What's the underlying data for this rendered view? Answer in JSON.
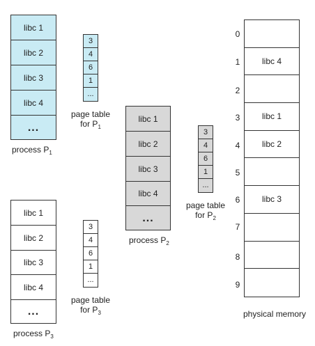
{
  "process1": {
    "cells": [
      "libc 1",
      "libc 2",
      "libc 3",
      "libc 4",
      "..."
    ],
    "label": "process P",
    "label_sub": "1"
  },
  "process2": {
    "cells": [
      "libc 1",
      "libc 2",
      "libc 3",
      "libc 4",
      "..."
    ],
    "label": "process P",
    "label_sub": "2"
  },
  "process3": {
    "cells": [
      "libc 1",
      "libc 2",
      "libc 3",
      "libc 4",
      "..."
    ],
    "label": "process P",
    "label_sub": "3"
  },
  "page_table1": {
    "entries": [
      "3",
      "4",
      "6",
      "1",
      "..."
    ],
    "label_line1": "page table",
    "label_line2": "for P",
    "label_sub": "1"
  },
  "page_table2": {
    "entries": [
      "3",
      "4",
      "6",
      "1",
      "..."
    ],
    "label_line1": "page table",
    "label_line2": "for P",
    "label_sub": "2"
  },
  "page_table3": {
    "entries": [
      "3",
      "4",
      "6",
      "1",
      "..."
    ],
    "label_line1": "page table",
    "label_line2": "for P",
    "label_sub": "3"
  },
  "physical_memory": {
    "frame_numbers": [
      "0",
      "1",
      "2",
      "3",
      "4",
      "5",
      "6",
      "7",
      "8",
      "9"
    ],
    "frames": [
      "",
      "libc 4",
      "",
      "libc 1",
      "libc 2",
      "",
      "libc 3",
      "",
      "",
      ""
    ],
    "label": "physical memory"
  },
  "colors": {
    "process1_fill": "#c9ebf4",
    "process2_fill": "#d8d8d8",
    "process3_fill": "#ffffff"
  }
}
